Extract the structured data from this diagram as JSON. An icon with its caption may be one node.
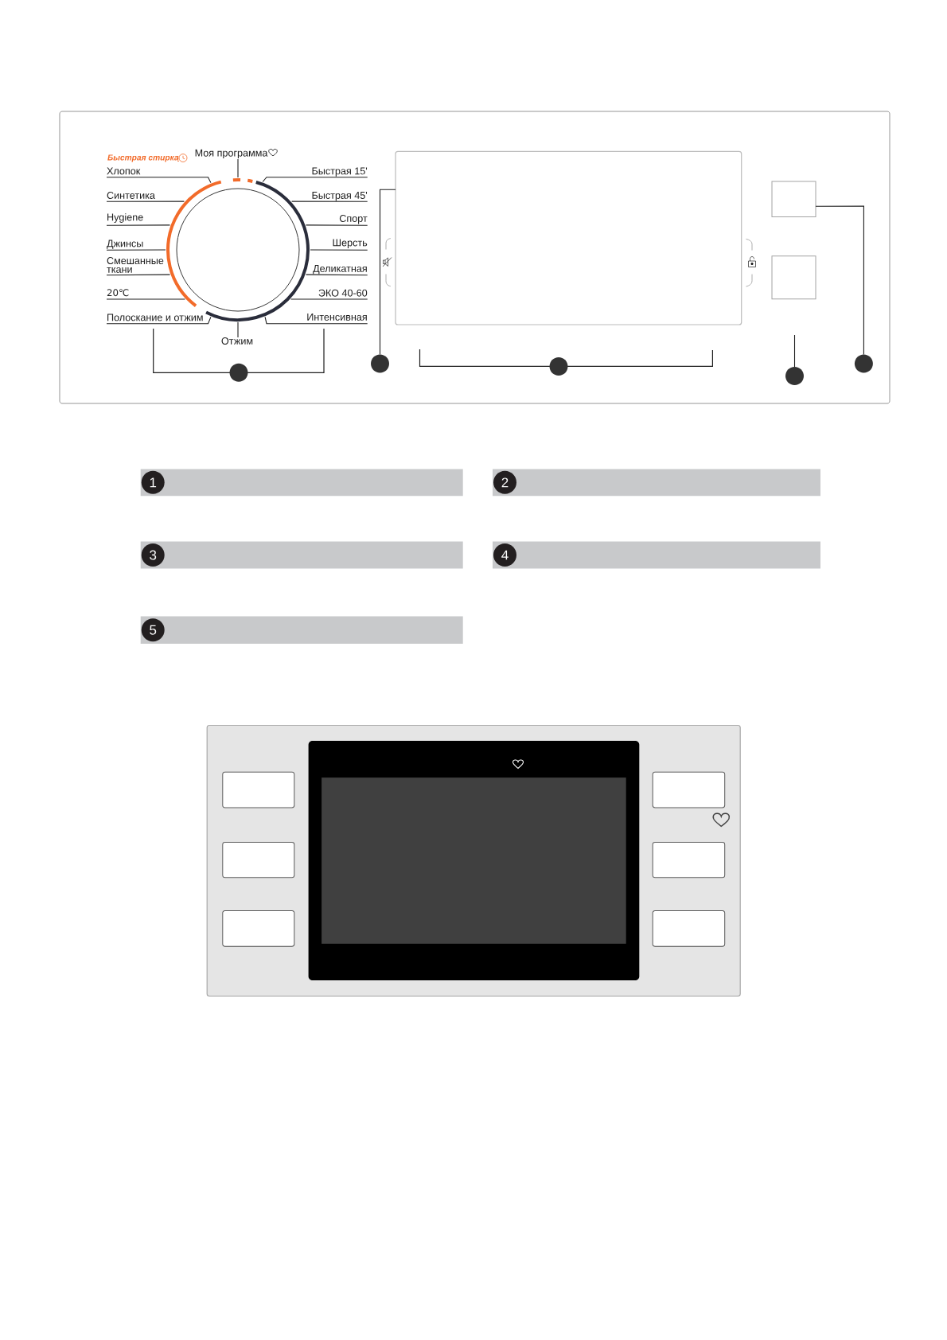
{
  "diagram": {
    "nodes": [
      {
        "text": [],
        "shape": "box"
      },
      {
        "text": [
          "Моя программа"
        ],
        "in": 0
      },
      {
        "text": [
          "Хлопок"
        ],
        "in": 0
      },
      {
        "text": [
          "Быстрая 15'"
        ],
        "in": 0
      },
      {
        "text": [
          "Синтетика"
        ],
        "in": 0
      },
      {
        "text": [
          "Быстрая 45'"
        ],
        "in": 0
      },
      {
        "text": [
          "Hygiene"
        ],
        "in": 0
      },
      {
        "text": [
          "Спорт"
        ],
        "in": 0
      },
      {
        "text": [
          "Джинсы"
        ],
        "in": 0
      },
      {
        "text": [
          "Шерсть"
        ],
        "in": 0
      },
      {
        "text": [
          "Смешанные ткани"
        ],
        "in": 0
      },
      {
        "text": [
          "Деликатная"
        ],
        "in": 0
      },
      {
        "text": [
          "20℃"
        ],
        "in": 0
      },
      {
        "text": [
          "ЭКО 40-60"
        ],
        "in": 0
      },
      {
        "text": [
          "Полоскание и отжим"
        ],
        "in": 0
      },
      {
        "text": [
          "Интенсивная"
        ],
        "in": 0
      },
      {
        "text": [],
        "shape": "circle",
        "in": 0
      },
      {
        "text": [
          "Отжим"
        ],
        "in": 0
      },
      {
        "text": [],
        "shape": "box",
        "in": 0
      },
      {
        "text": [],
        "shape": "box",
        "in": 0
      },
      {
        "text": [],
        "shape": "box",
        "in": 0
      },
      {
        "text": [],
        "shape": "circle",
        "in": 0
      },
      {
        "text": [],
        "shape": "circle",
        "in": 0
      },
      {
        "text": [],
        "shape": "circle",
        "in": 0
      },
      {
        "text": [],
        "shape": "circle",
        "in": 0
      },
      {
        "text": [],
        "shape": "circle",
        "in": 0
      },
      {
        "text": [],
        "shape": "bar"
      },
      {
        "text": [
          "1"
        ],
        "in": 26
      },
      {
        "text": [],
        "shape": "bar"
      },
      {
        "text": [
          "2"
        ],
        "in": 28
      },
      {
        "text": [],
        "shape": "bar"
      },
      {
        "text": [
          "3"
        ],
        "in": 30
      },
      {
        "text": [],
        "shape": "bar"
      },
      {
        "text": [
          "4"
        ],
        "in": 32
      },
      {
        "text": [],
        "shape": "bar"
      },
      {
        "text": [
          "5"
        ],
        "in": 34
      },
      {
        "text": [],
        "shape": "box"
      },
      {
        "text": [],
        "shape": "box",
        "in": 36
      },
      {
        "text": [],
        "shape": "box",
        "in": 36
      },
      {
        "text": [],
        "shape": "box",
        "in": 36
      },
      {
        "text": [],
        "shape": "box",
        "in": 36
      },
      {
        "text": [],
        "shape": "box",
        "in": 36
      },
      {
        "text": [],
        "shape": "box",
        "in": 36
      },
      {
        "text": [],
        "shape": "box",
        "in": 36
      }
    ],
    "edges": [
      {
        "from": 1,
        "to": 16,
        "arrow": "none"
      },
      {
        "from": 2,
        "to": 16,
        "arrow": "none"
      },
      {
        "from": 3,
        "to": 16,
        "arrow": "none"
      },
      {
        "from": 4,
        "to": 16,
        "arrow": "none"
      },
      {
        "from": 5,
        "to": 16,
        "arrow": "none"
      },
      {
        "from": 6,
        "to": 16,
        "arrow": "none"
      },
      {
        "from": 7,
        "to": 16,
        "arrow": "none"
      },
      {
        "from": 8,
        "to": 16,
        "arrow": "none"
      },
      {
        "from": 9,
        "to": 16,
        "arrow": "none"
      },
      {
        "from": 10,
        "to": 16,
        "arrow": "none"
      },
      {
        "from": 11,
        "to": 16,
        "arrow": "none"
      },
      {
        "from": 12,
        "to": 16,
        "arrow": "none"
      },
      {
        "from": 13,
        "to": 16,
        "arrow": "none"
      },
      {
        "from": 14,
        "to": 16,
        "arrow": "none"
      },
      {
        "from": 15,
        "to": 16,
        "arrow": "none"
      },
      {
        "from": 17,
        "to": 16,
        "arrow": "none"
      },
      {
        "from": 22,
        "to": 18,
        "arrow": "none"
      },
      {
        "from": 25,
        "to": 19,
        "arrow": "none"
      },
      {
        "from": 24,
        "to": null,
        "arrow": "none"
      }
    ],
    "labels": [
      "Быстрая стирка"
    ]
  }
}
